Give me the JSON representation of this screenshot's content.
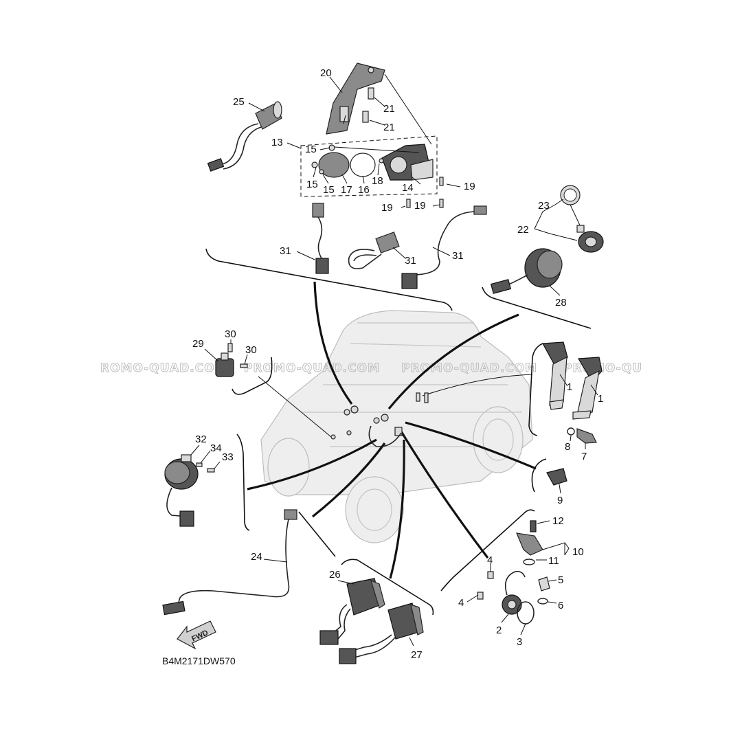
{
  "diagram": {
    "reference_code": "B4M2171DW570",
    "watermark": [
      "ROMO-QUAD.COM",
      "PROMO-QUAD.COM",
      "PROMO-QUAD.COM",
      "PROMO-QU"
    ],
    "fwd_label": "FWD",
    "callouts": {
      "c1a": "1",
      "c1b": "1",
      "c2": "2",
      "c3": "3",
      "c4a": "4",
      "c4b": "4",
      "c5": "5",
      "c6": "6",
      "c7": "7",
      "c8": "8",
      "c9": "9",
      "c10": "10",
      "c11": "11",
      "c12": "12",
      "c13": "13",
      "c14": "14",
      "c15a": "15",
      "c15b": "15",
      "c15c": "15",
      "c16": "16",
      "c17": "17",
      "c18": "18",
      "c19a": "19",
      "c19b": "19",
      "c19c": "19",
      "c20": "20",
      "c21a": "21",
      "c21b": "21",
      "c22": "22",
      "c23": "23",
      "c24": "24",
      "c25": "25",
      "c26": "26",
      "c27": "27",
      "c28": "28",
      "c29": "29",
      "c30a": "30",
      "c30b": "30",
      "c31a": "31",
      "c31b": "31",
      "c31c": "31",
      "c32": "32",
      "c33": "33",
      "c34": "34"
    }
  }
}
